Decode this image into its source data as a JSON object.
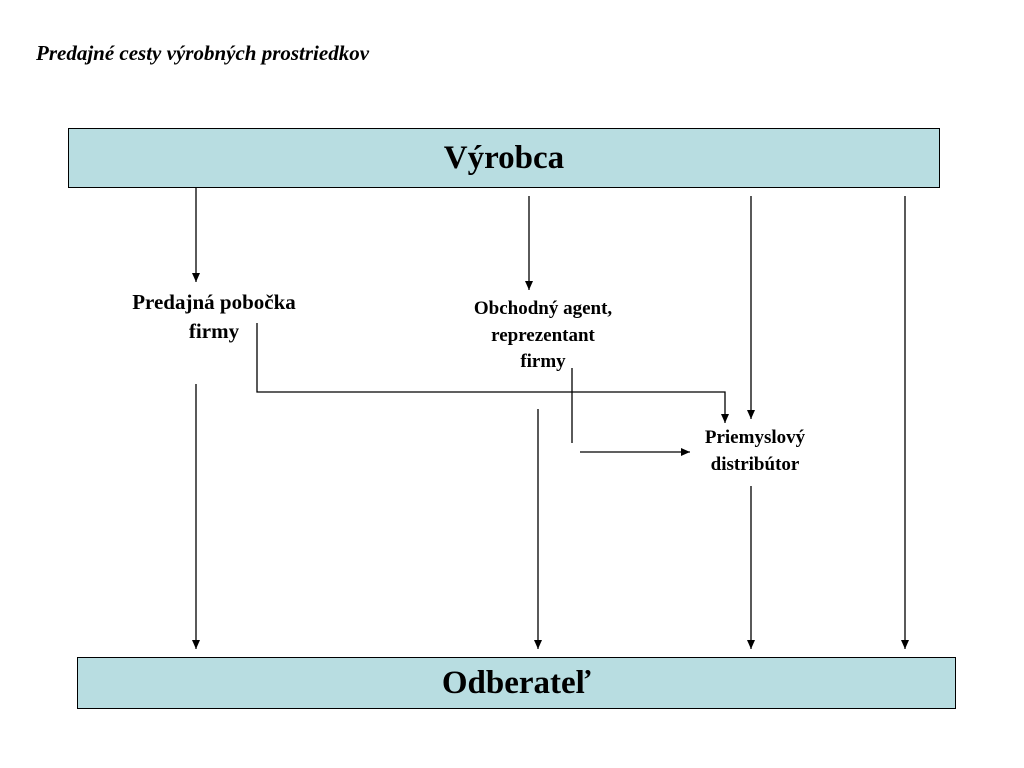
{
  "title": "Predajné cesty výrobných prostriedkov",
  "nodes": {
    "producer": "Výrobca",
    "branch": [
      "Predajná pobočka",
      "firmy"
    ],
    "agent": [
      "Obchodný agent,",
      "reprezentant",
      "firmy"
    ],
    "distributor": [
      "Priemyslový",
      "distribútor"
    ],
    "customer": "Odberateľ"
  },
  "edges": [
    {
      "from": "producer",
      "to": "branch"
    },
    {
      "from": "producer",
      "to": "agent"
    },
    {
      "from": "producer",
      "to": "distributor"
    },
    {
      "from": "producer",
      "to": "customer"
    },
    {
      "from": "branch",
      "to": "customer"
    },
    {
      "from": "branch",
      "to": "distributor"
    },
    {
      "from": "agent",
      "to": "customer"
    },
    {
      "from": "agent",
      "to": "distributor"
    },
    {
      "from": "distributor",
      "to": "customer"
    }
  ],
  "colors": {
    "box_fill": "#b8dde1",
    "line": "#000000"
  }
}
